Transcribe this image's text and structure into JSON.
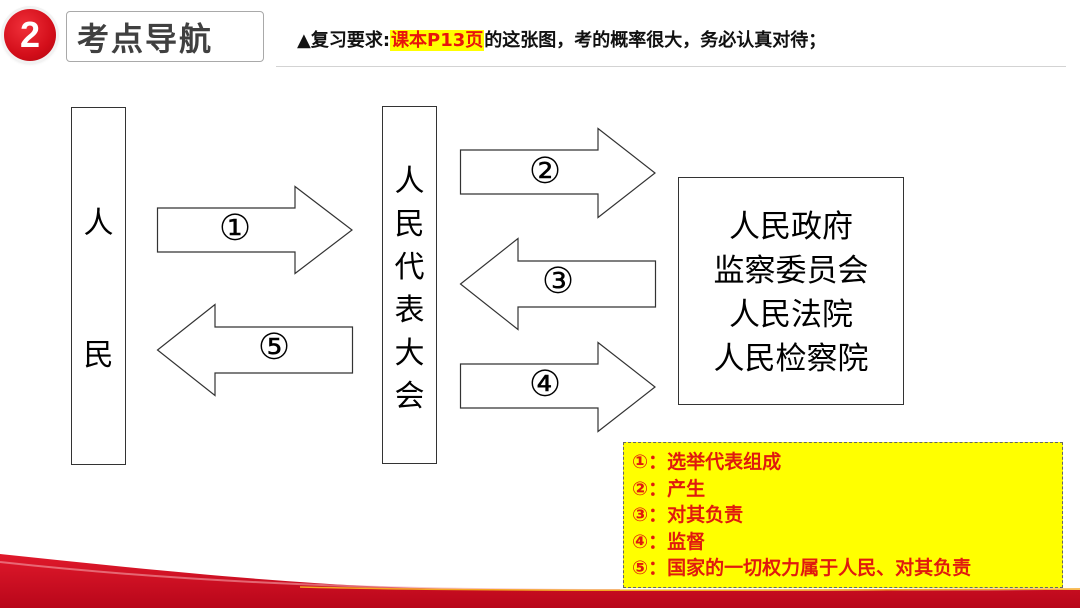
{
  "header": {
    "badge_number": "2",
    "section_title": "考点导航",
    "requirement": {
      "prefix": "▲复习要求:",
      "highlight": "课本P13页",
      "suffix": "的这张图，考的概率很大，务必认真对待；"
    }
  },
  "diagram": {
    "people_box": {
      "chars": [
        "人",
        "民"
      ]
    },
    "npc_box": {
      "label": "人民代表大会"
    },
    "gov_box": {
      "lines": [
        "人民政府",
        "监察委员会",
        "人民法院",
        "人民检察院"
      ]
    },
    "arrows": [
      {
        "id": 1,
        "label": "①",
        "direction": "right",
        "from": "人民",
        "to": "人民代表大会"
      },
      {
        "id": 5,
        "label": "⑤",
        "direction": "left",
        "from": "人民代表大会",
        "to": "人民"
      },
      {
        "id": 2,
        "label": "②",
        "direction": "right",
        "from": "人民代表大会",
        "to": "国家机关"
      },
      {
        "id": 3,
        "label": "③",
        "direction": "left",
        "from": "国家机关",
        "to": "人民代表大会"
      },
      {
        "id": 4,
        "label": "④",
        "direction": "right",
        "from": "人民代表大会",
        "to": "国家机关"
      }
    ]
  },
  "legend": {
    "items": [
      {
        "num": "①",
        "text": "：选举代表组成"
      },
      {
        "num": "②",
        "text": "：产生"
      },
      {
        "num": "③",
        "text": "：对其负责"
      },
      {
        "num": "④",
        "text": "：监督"
      },
      {
        "num": "⑤",
        "text": "：国家的一切权力属于人民、对其负责"
      }
    ]
  },
  "colors": {
    "badge_red": "#d30e1a",
    "highlight_yellow": "#ffff00",
    "highlight_text_red": "#e8140c",
    "legend_bg": "#ffff00",
    "legend_text": "#e01a0e",
    "band_red": "#c8071a"
  }
}
